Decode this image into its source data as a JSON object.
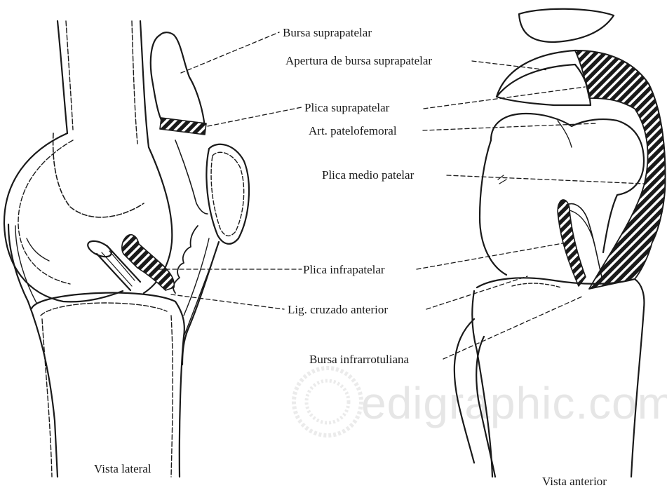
{
  "labels": {
    "bursa_suprapatelar": "Bursa suprapatelar",
    "apertura_bursa": "Apertura de bursa suprapatelar",
    "plica_suprapatelar": "Plica suprapatelar",
    "art_patelofemoral": "Art. patelofemoral",
    "plica_medio_patelar": "Plica medio patelar",
    "plica_infrapatelar": "Plica infrapatelar",
    "lig_cruzado_anterior": "Lig. cruzado anterior",
    "bursa_infrarrotuliana": "Bursa infrarrotuliana"
  },
  "captions": {
    "lateral": "Vista lateral",
    "anterior": "Vista anterior"
  },
  "watermark": "edigraphic.com",
  "colors": {
    "ink": "#1a1a1a",
    "watermark": "#e6e6e6"
  }
}
